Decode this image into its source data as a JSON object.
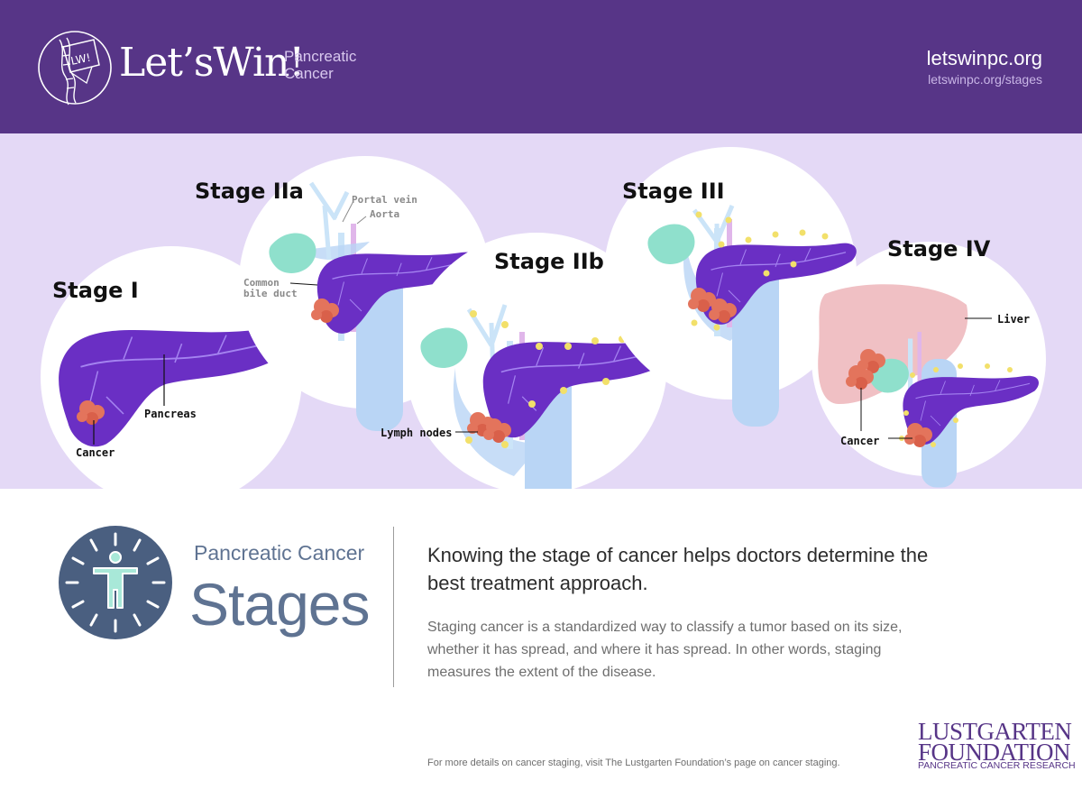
{
  "header": {
    "logo_text": "LW!",
    "brand": "Let’sWin!",
    "brand_sub": "Pancreatic Cancer",
    "site": "letswinpc.org",
    "site_stages": "letswinpc.org/stages"
  },
  "stages": {
    "s1": "Stage I",
    "s2a": "Stage IIa",
    "s2b": "Stage IIb",
    "s3": "Stage III",
    "s4": "Stage IV"
  },
  "annotations": {
    "portal_vein": "Portal vein",
    "aorta": "Aorta",
    "common_bile_duct": "Common\nbile duct",
    "pancreas": "Pancreas",
    "cancer": "Cancer",
    "lymph_nodes": "Lymph nodes",
    "liver": "Liver",
    "cancer_iv": "Cancer"
  },
  "info": {
    "title_small": "Pancreatic Cancer",
    "title_big": "Stages",
    "lead": "Knowing the stage of cancer helps doctors determine the best treatment approach.",
    "body": "Staging cancer is a standardized way to classify a tumor based on its size, whether it has spread, and where it has spread. In other words, staging measures the extent of the disease.",
    "footnote": "For more details on cancer staging, visit The Lustgarten Foundation’s page on cancer staging."
  },
  "footer_logo": {
    "name": "LUSTGARTEN FOUNDATION",
    "sub": "PANCREATIC CANCER RESEARCH"
  },
  "colors": {
    "header_purple": "#573587",
    "band_lavender": "#e4d9f6",
    "pancreas_purple": "#6a2fc4",
    "tumor": "#e3745c",
    "lymph": "#f2e06a",
    "slate": "#5f7392"
  }
}
